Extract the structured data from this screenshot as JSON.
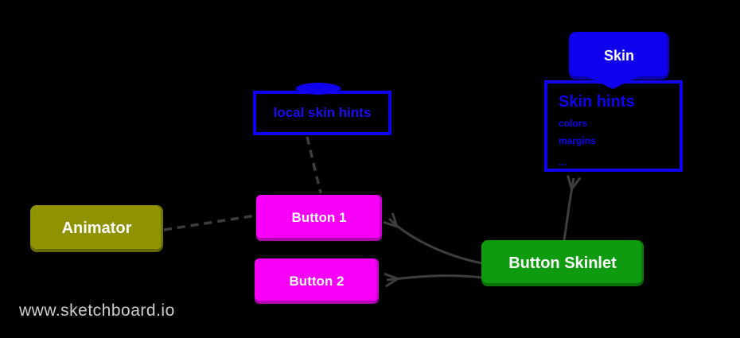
{
  "page": {
    "background": "#000000",
    "watermark": "www.sketchboard.io",
    "watermark_color": "#cdcdcd"
  },
  "palette": {
    "blue": "#0f00ee",
    "magenta": "#f800f8",
    "olive": "#8f9300",
    "green": "#0f9b0f",
    "connector_gray": "#3d3d3d",
    "label_white": "#ffffff"
  },
  "nodes": {
    "skin": {
      "label": "Skin"
    },
    "skin_hints": {
      "title": "Skin hints",
      "items": [
        "colors",
        "margins",
        "..."
      ]
    },
    "local_skin_hints": {
      "label": "local skin hints"
    },
    "animator": {
      "label": "Animator"
    },
    "button_1": {
      "label": "Button 1"
    },
    "button_2": {
      "label": "Button 2"
    },
    "button_skinlet": {
      "label": "Button Skinlet"
    }
  },
  "connectors": [
    {
      "from": "Animator",
      "to": "Button 1",
      "style": "dashed-line"
    },
    {
      "from": "local skin hints",
      "to": "Button 1",
      "style": "dashed-line"
    },
    {
      "from": "Button Skinlet",
      "to": "Button 1",
      "style": "arrow"
    },
    {
      "from": "Button Skinlet",
      "to": "Button 2",
      "style": "arrow"
    },
    {
      "from": "Button Skinlet",
      "to": "Skin hints",
      "style": "arrow"
    },
    {
      "from": "Skin",
      "to": "Skin hints",
      "style": "attached-tab"
    }
  ]
}
